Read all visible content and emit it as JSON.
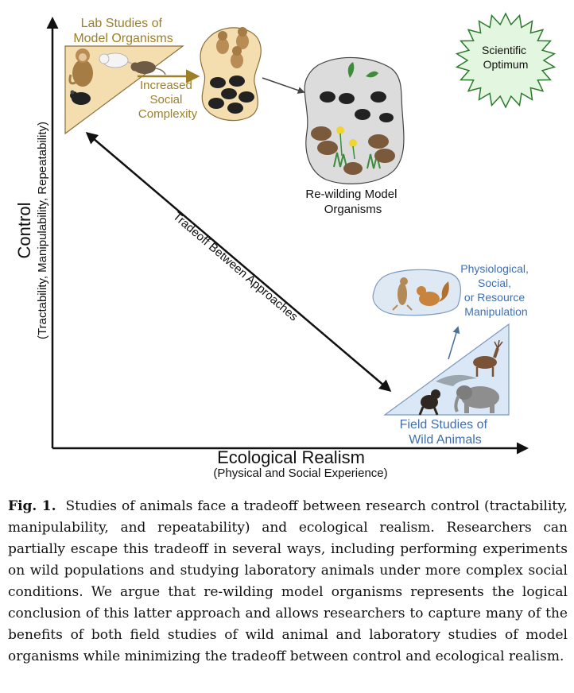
{
  "diagram": {
    "y_axis": {
      "title": "Control",
      "subtitle": "(Tractability, Manipulability, Repeatability)"
    },
    "x_axis": {
      "title": "Ecological Realism",
      "subtitle": "(Physical and Social Experience)"
    },
    "lab_studies": {
      "line1": "Lab Studies of",
      "line2": "Model Organisms"
    },
    "social_complexity": {
      "line1": "Increased",
      "line2": "Social",
      "line3": "Complexity"
    },
    "rewilding": {
      "line1": "Re-wilding Model",
      "line2": "Organisms"
    },
    "scientific_optimum": {
      "line1": "Scientific",
      "line2": "Optimum"
    },
    "tradeoff_label": "Tradeoff Between Approaches",
    "manipulation": {
      "line1": "Physiological,",
      "line2": "Social,",
      "line3": "or Resource",
      "line4": "Manipulation"
    },
    "field_studies": {
      "line1": "Field Studies of",
      "line2": "Wild Animals"
    },
    "colors": {
      "lab_fill": "#f4deb0",
      "lab_text": "#9c7f26",
      "rewild_fill": "#dcdcdc",
      "field_fill": "#d9e7f6",
      "field_text": "#3f6fb0",
      "star_fill": "#e3f6df",
      "star_stroke": "#2c7a2c"
    }
  },
  "caption": {
    "label": "Fig. 1.",
    "text": "Studies of animals face a tradeoff between research control (tractability, manipulability, and repeatability) and ecological realism. Researchers can partially escape this tradeoff in several ways, including performing experiments on wild populations and studying laboratory animals under more complex social conditions. We argue that re-wilding model organisms represents the logical conclusion of this latter approach and allows researchers to capture many of the benefits of both field studies of wild animal and laboratory studies of model organisms while minimizing the tradeoff between control and ecological realism."
  }
}
